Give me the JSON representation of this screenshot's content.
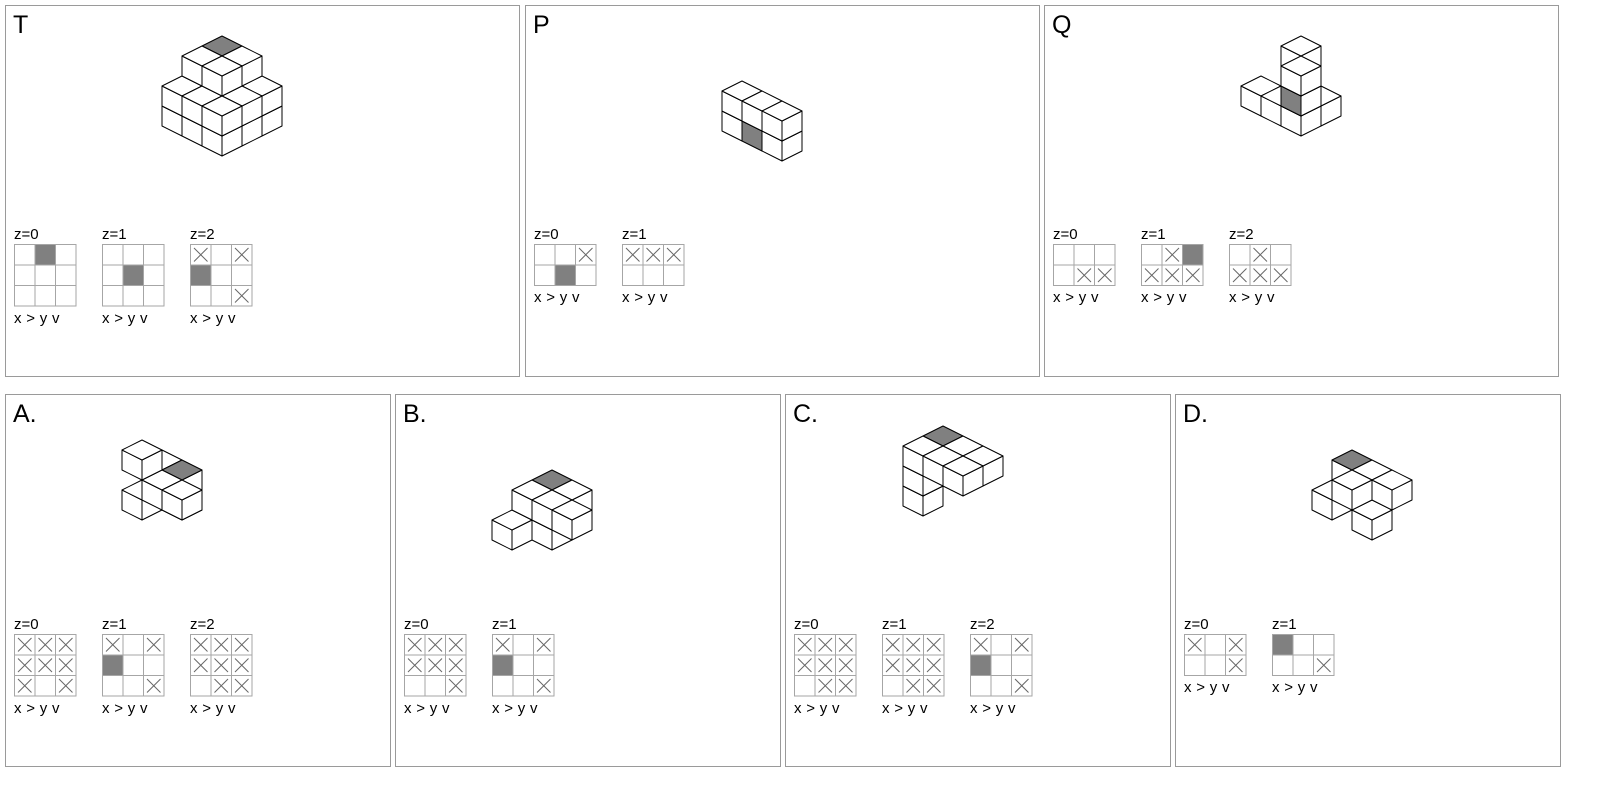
{
  "axis_hint": "x >  y v",
  "colors": {
    "shade": "#808080",
    "line": "#000000",
    "grid": "#a6a6a6",
    "border": "#9a9a9a"
  },
  "panels": [
    {
      "id": "T",
      "label": "T",
      "iso": {
        "cubes": [
          [
            0,
            0,
            0
          ],
          [
            1,
            0,
            0
          ],
          [
            2,
            0,
            0
          ],
          [
            0,
            1,
            0
          ],
          [
            1,
            1,
            0
          ],
          [
            2,
            1,
            0
          ],
          [
            0,
            2,
            0
          ],
          [
            1,
            2,
            0
          ],
          [
            2,
            2,
            0
          ],
          [
            0,
            0,
            1
          ],
          [
            1,
            0,
            1
          ],
          [
            2,
            0,
            1
          ],
          [
            0,
            1,
            1
          ],
          [
            1,
            1,
            1
          ],
          [
            2,
            1,
            1
          ],
          [
            0,
            2,
            1
          ],
          [
            1,
            2,
            1
          ],
          [
            2,
            2,
            1
          ],
          [
            0,
            0,
            2
          ],
          [
            1,
            0,
            2
          ],
          [
            0,
            1,
            2
          ],
          [
            1,
            1,
            2
          ]
        ],
        "shaded_top": [
          [
            0,
            0,
            2
          ]
        ]
      },
      "layers": [
        {
          "label": "z=0",
          "rows": 3,
          "cols": 3,
          "cells": [
            [
              "",
              "S",
              ""
            ],
            [
              "",
              "",
              ""
            ],
            [
              "",
              "",
              ""
            ]
          ]
        },
        {
          "label": "z=1",
          "rows": 3,
          "cols": 3,
          "cells": [
            [
              "",
              "",
              ""
            ],
            [
              "",
              "S",
              ""
            ],
            [
              "",
              "",
              ""
            ]
          ]
        },
        {
          "label": "z=2",
          "rows": 3,
          "cols": 3,
          "cells": [
            [
              "X",
              "",
              "X"
            ],
            [
              "S",
              "",
              ""
            ],
            [
              "",
              "",
              "X"
            ]
          ]
        }
      ]
    },
    {
      "id": "P",
      "label": "P",
      "iso": {
        "cubes": [
          [
            0,
            0,
            0
          ],
          [
            1,
            0,
            0
          ],
          [
            2,
            0,
            0
          ],
          [
            0,
            0,
            1
          ],
          [
            1,
            0,
            1
          ],
          [
            2,
            0,
            1
          ]
        ],
        "shaded_front": [
          [
            1,
            0,
            0
          ]
        ]
      },
      "layers": [
        {
          "label": "z=0",
          "rows": 2,
          "cols": 3,
          "cells": [
            [
              "",
              "",
              "X"
            ],
            [
              "",
              "S",
              ""
            ]
          ]
        },
        {
          "label": "z=1",
          "rows": 2,
          "cols": 3,
          "cells": [
            [
              "X",
              "X",
              "X"
            ],
            [
              "",
              "",
              ""
            ]
          ]
        }
      ]
    },
    {
      "id": "Q",
      "label": "Q",
      "iso": {
        "cubes": [
          [
            0,
            1,
            0
          ],
          [
            1,
            1,
            0
          ],
          [
            2,
            1,
            0
          ],
          [
            2,
            0,
            0
          ],
          [
            1,
            0,
            1
          ],
          [
            2,
            1,
            1
          ],
          [
            1,
            0,
            2
          ],
          [
            2,
            1,
            2
          ]
        ],
        "shaded_front": [
          [
            2,
            1,
            1
          ]
        ]
      },
      "layers": [
        {
          "label": "z=0",
          "rows": 2,
          "cols": 3,
          "cells": [
            [
              "",
              "",
              ""
            ],
            [
              "",
              "X",
              "X"
            ]
          ]
        },
        {
          "label": "z=1",
          "rows": 2,
          "cols": 3,
          "cells": [
            [
              "",
              "X",
              "S"
            ],
            [
              "X",
              "X",
              "X"
            ]
          ]
        },
        {
          "label": "z=2",
          "rows": 2,
          "cols": 3,
          "cells": [
            [
              "",
              "X",
              ""
            ],
            [
              "X",
              "X",
              "X"
            ]
          ]
        }
      ]
    },
    {
      "id": "A",
      "label": "A.",
      "iso": {
        "cubes": [
          [
            0,
            0,
            0
          ],
          [
            1,
            0,
            0
          ],
          [
            0,
            1,
            0
          ],
          [
            0,
            0,
            1
          ],
          [
            1,
            0,
            1
          ],
          [
            1,
            1,
            1
          ],
          [
            2,
            1,
            1
          ],
          [
            0,
            1,
            2
          ]
        ],
        "shaded_top": [
          [
            1,
            0,
            1
          ]
        ]
      },
      "layers": [
        {
          "label": "z=0",
          "rows": 3,
          "cols": 3,
          "cells": [
            [
              "X",
              "X",
              "X"
            ],
            [
              "X",
              "X",
              "X"
            ],
            [
              "X",
              "",
              "X"
            ]
          ]
        },
        {
          "label": "z=1",
          "rows": 3,
          "cols": 3,
          "cells": [
            [
              "X",
              "",
              "X"
            ],
            [
              "S",
              "",
              ""
            ],
            [
              "",
              "",
              "X"
            ]
          ]
        },
        {
          "label": "z=2",
          "rows": 3,
          "cols": 3,
          "cells": [
            [
              "X",
              "X",
              "X"
            ],
            [
              "X",
              "X",
              "X"
            ],
            [
              "",
              "X",
              "X"
            ]
          ]
        }
      ]
    },
    {
      "id": "B",
      "label": "B.",
      "iso": {
        "cubes": [
          [
            0,
            1,
            0
          ],
          [
            1,
            1,
            0
          ],
          [
            0,
            2,
            0
          ],
          [
            0,
            0,
            1
          ],
          [
            1,
            0,
            1
          ],
          [
            0,
            1,
            1
          ],
          [
            1,
            1,
            1
          ],
          [
            2,
            1,
            1
          ]
        ],
        "shaded_top": [
          [
            0,
            0,
            1
          ]
        ]
      },
      "layers": [
        {
          "label": "z=0",
          "rows": 3,
          "cols": 3,
          "cells": [
            [
              "X",
              "X",
              "X"
            ],
            [
              "X",
              "X",
              "X"
            ],
            [
              "",
              "",
              "X"
            ]
          ]
        },
        {
          "label": "z=1",
          "rows": 3,
          "cols": 3,
          "cells": [
            [
              "X",
              "",
              "X"
            ],
            [
              "S",
              "",
              ""
            ],
            [
              "",
              "",
              "X"
            ]
          ]
        }
      ]
    },
    {
      "id": "C",
      "label": "C.",
      "iso": {
        "cubes": [
          [
            0,
            1,
            0
          ],
          [
            0,
            1,
            1
          ],
          [
            0,
            0,
            2
          ],
          [
            1,
            0,
            2
          ],
          [
            2,
            0,
            2
          ],
          [
            0,
            1,
            2
          ],
          [
            1,
            1,
            2
          ],
          [
            2,
            1,
            2
          ]
        ],
        "shaded_top": [
          [
            0,
            0,
            2
          ]
        ]
      },
      "layers": [
        {
          "label": "z=0",
          "rows": 3,
          "cols": 3,
          "cells": [
            [
              "X",
              "X",
              "X"
            ],
            [
              "X",
              "X",
              "X"
            ],
            [
              "",
              "X",
              "X"
            ]
          ]
        },
        {
          "label": "z=1",
          "rows": 3,
          "cols": 3,
          "cells": [
            [
              "X",
              "X",
              "X"
            ],
            [
              "X",
              "X",
              "X"
            ],
            [
              "",
              "X",
              "X"
            ]
          ]
        },
        {
          "label": "z=2",
          "rows": 3,
          "cols": 3,
          "cells": [
            [
              "X",
              "",
              "X"
            ],
            [
              "S",
              "",
              ""
            ],
            [
              "",
              "",
              "X"
            ]
          ]
        }
      ]
    },
    {
      "id": "D",
      "label": "D.",
      "iso": {
        "cubes": [
          [
            0,
            0,
            0
          ],
          [
            1,
            0,
            0
          ],
          [
            0,
            1,
            0
          ],
          [
            2,
            1,
            0
          ],
          [
            0,
            0,
            1
          ],
          [
            1,
            0,
            1
          ],
          [
            2,
            0,
            1
          ],
          [
            1,
            1,
            1
          ]
        ],
        "shaded_top": [
          [
            0,
            0,
            1
          ]
        ]
      },
      "layers": [
        {
          "label": "z=0",
          "rows": 2,
          "cols": 3,
          "cells": [
            [
              "X",
              "",
              "X"
            ],
            [
              "",
              "",
              "X"
            ]
          ]
        },
        {
          "label": "z=1",
          "rows": 2,
          "cols": 3,
          "cells": [
            [
              "S",
              "",
              ""
            ],
            [
              "",
              "",
              "X"
            ]
          ]
        }
      ]
    }
  ]
}
